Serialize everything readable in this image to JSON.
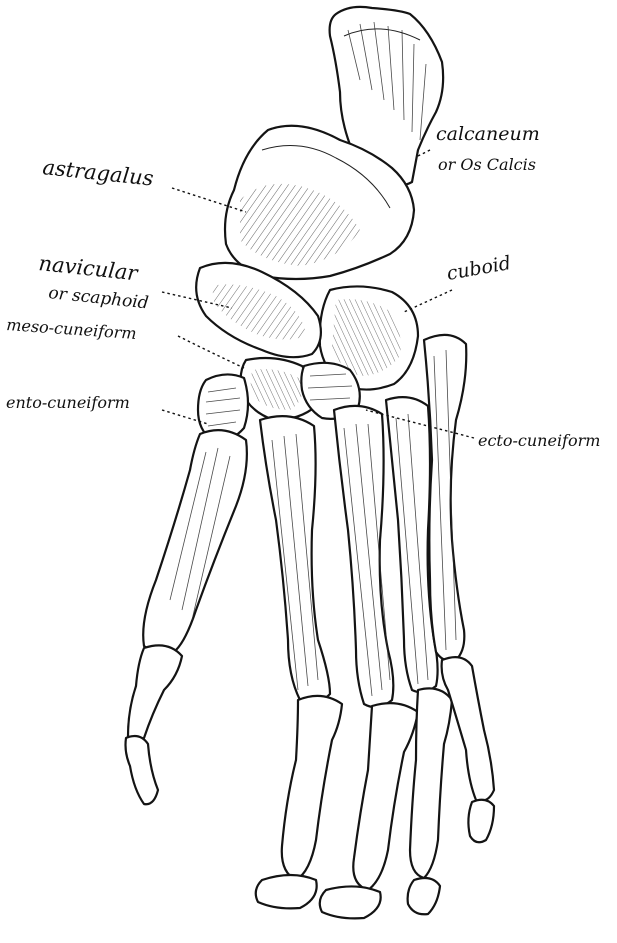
{
  "labels": {
    "calcaneum": "calcaneum",
    "os_calcis": "or Os Calcis",
    "astragalus": "astragalus",
    "cuboid": "cuboid",
    "navicular": "navicular",
    "scaphoid": "or scaphoid",
    "meso_cuneiform": "meso-cuneiform",
    "ento_cuneiform": "ento-cuneiform",
    "ecto_cuneiform": "ecto-cuneiform"
  },
  "colors": {
    "ink": "#141414",
    "paper": "#ffffff"
  }
}
